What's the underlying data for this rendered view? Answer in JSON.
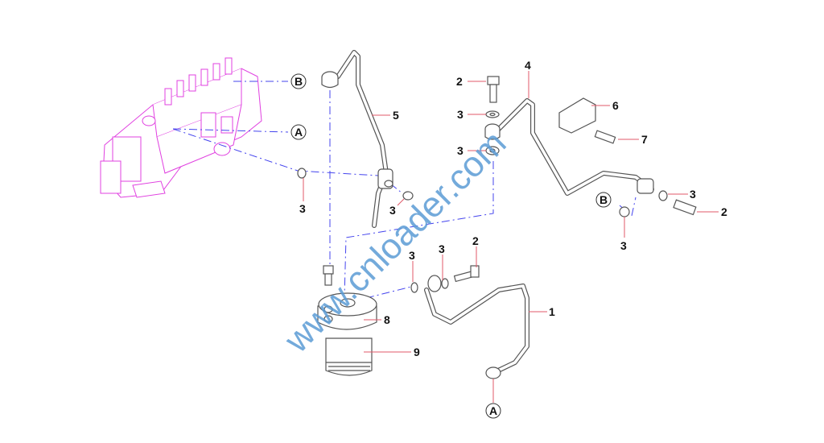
{
  "diagram": {
    "watermark": "www.cnloader.com",
    "callouts": {
      "bolt_top": "2",
      "washer_top": "3",
      "pipe_4": "4",
      "pipe_5": "5",
      "washer_mid": "3",
      "clamp": "6",
      "clamp_bolt": "7",
      "washer_pipe5": "3",
      "washer_pump": "3",
      "washer_right": "3",
      "bolt_right": "2",
      "washer_b": "3",
      "bolt_filter": "2",
      "washer_filter_a": "3",
      "washer_filter_b": "3",
      "pipe_1": "1",
      "filter_head": "8",
      "filter_element": "9"
    },
    "refs": {
      "pump_b": "B",
      "pump_a": "A",
      "right_b": "B",
      "bottom_a": "A"
    },
    "colors": {
      "leader": "#e05a6a",
      "centerline": "#4444ee",
      "pump": "#e040e0",
      "watermark": "#5b9bd5"
    }
  }
}
